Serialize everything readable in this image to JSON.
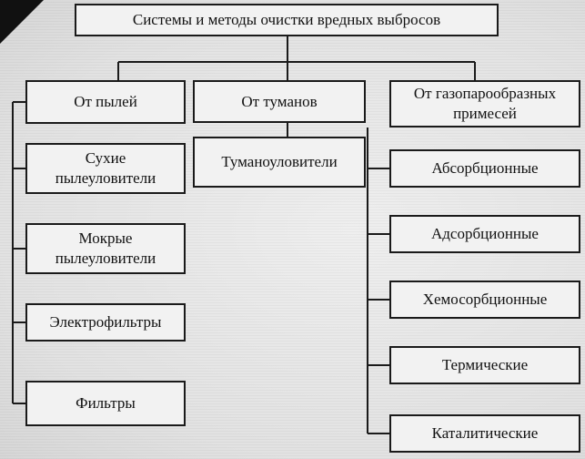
{
  "title": "Системы и методы очистки вредных выбросов",
  "categories": {
    "dust": "От пылей",
    "fog": "От туманов",
    "gas": "От газопарообразных примесей"
  },
  "dust_items": [
    "Сухие пылеуловители",
    "Мокрые пылеуловители",
    "Электрофильтры",
    "Фильтры"
  ],
  "fog_items": [
    "Тумано­уловители"
  ],
  "gas_items": [
    "Абсорбционные",
    "Адсорбционные",
    "Хемосорбционные",
    "Термические",
    "Каталитические"
  ],
  "colors": {
    "line": "#1a1a1a",
    "box_fill": "#f2f2f2",
    "paper": "#e9e9e9"
  }
}
